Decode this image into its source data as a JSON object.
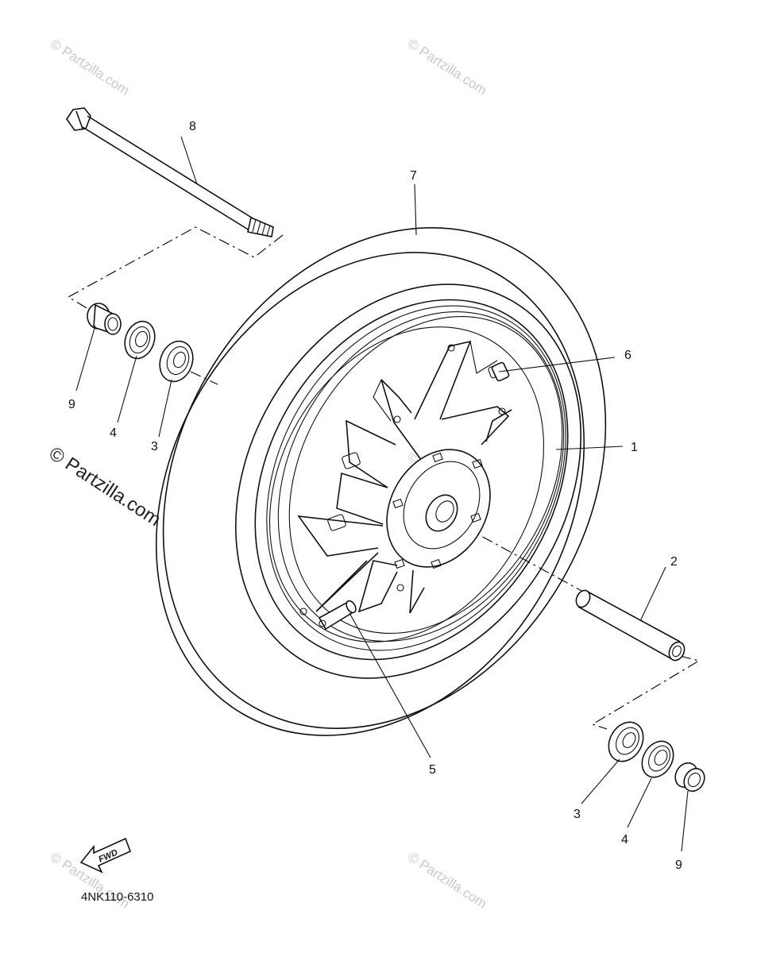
{
  "diagram": {
    "part_code": "4NK110-6310",
    "fwd_label": "FWD",
    "watermark": "© Partzilla.com",
    "callouts": [
      {
        "id": "c1",
        "label": "1"
      },
      {
        "id": "c2",
        "label": "2"
      },
      {
        "id": "c3a",
        "label": "3"
      },
      {
        "id": "c3b",
        "label": "3"
      },
      {
        "id": "c4a",
        "label": "4"
      },
      {
        "id": "c4b",
        "label": "4"
      },
      {
        "id": "c5",
        "label": "5"
      },
      {
        "id": "c6",
        "label": "6"
      },
      {
        "id": "c7",
        "label": "7"
      },
      {
        "id": "c8",
        "label": "8"
      },
      {
        "id": "c9a",
        "label": "9"
      },
      {
        "id": "c9b",
        "label": "9"
      }
    ]
  }
}
